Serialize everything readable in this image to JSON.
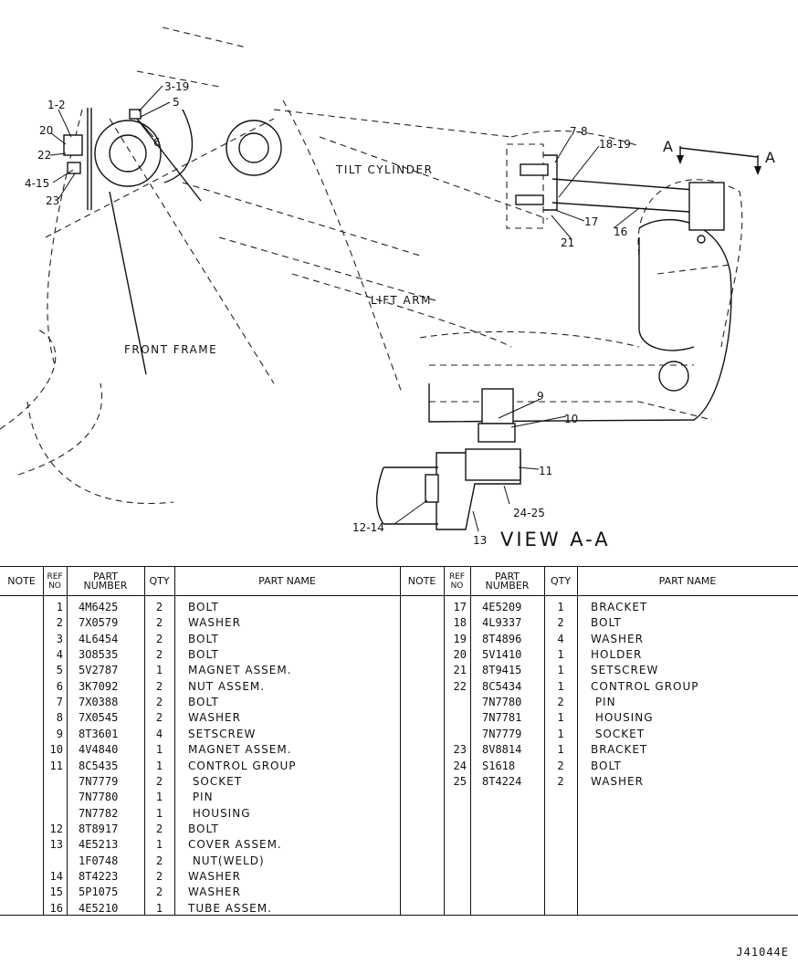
{
  "diagram": {
    "area_labels": {
      "tilt_cylinder": "TILT CYLINDER",
      "lift_arm": "LIFT ARM",
      "front_frame": "FRONT FRAME",
      "view_title": "VIEW A-A",
      "section_a_left": "A",
      "section_a_right": "A"
    },
    "callouts": [
      "1-2",
      "20",
      "22",
      "4-15",
      "23",
      "3-19",
      "5",
      "6",
      "7-8",
      "18-19",
      "17",
      "16",
      "21",
      "9",
      "10",
      "11",
      "24-25",
      "12-14",
      "13"
    ]
  },
  "table": {
    "headers": {
      "note": "NOTE",
      "ref_line1": "REF",
      "ref_line2": "NO",
      "part_line1": "PART",
      "part_line2": "NUMBER",
      "qty": "QTY",
      "name": "PART NAME"
    },
    "left_rows": [
      {
        "ref": "1",
        "part": "4M6425",
        "qty": "2",
        "name": "BOLT"
      },
      {
        "ref": "2",
        "part": "7X0579",
        "qty": "2",
        "name": "WASHER"
      },
      {
        "ref": "3",
        "part": "4L6454",
        "qty": "2",
        "name": "BOLT"
      },
      {
        "ref": "4",
        "part": "3O8535",
        "qty": "2",
        "name": "BOLT"
      },
      {
        "ref": "5",
        "part": "5V2787",
        "qty": "1",
        "name": "MAGNET ASSEM."
      },
      {
        "ref": "6",
        "part": "3K7092",
        "qty": "2",
        "name": "NUT ASSEM."
      },
      {
        "ref": "7",
        "part": "7X0388",
        "qty": "2",
        "name": "BOLT"
      },
      {
        "ref": "8",
        "part": "7X0545",
        "qty": "2",
        "name": "WASHER"
      },
      {
        "ref": "9",
        "part": "8T3601",
        "qty": "4",
        "name": "SETSCREW"
      },
      {
        "ref": "10",
        "part": "4V4840",
        "qty": "1",
        "name": "MAGNET ASSEM."
      },
      {
        "ref": "11",
        "part": "8C5435",
        "qty": "1",
        "name": "CONTROL GROUP"
      },
      {
        "ref": "",
        "part": "7N7779",
        "qty": "2",
        "name": " SOCKET"
      },
      {
        "ref": "",
        "part": "7N7780",
        "qty": "1",
        "name": " PIN"
      },
      {
        "ref": "",
        "part": "7N7782",
        "qty": "1",
        "name": " HOUSING"
      },
      {
        "ref": "12",
        "part": "8T8917",
        "qty": "2",
        "name": "BOLT"
      },
      {
        "ref": "13",
        "part": "4E5213",
        "qty": "1",
        "name": "COVER ASSEM."
      },
      {
        "ref": "",
        "part": "1F0748",
        "qty": "2",
        "name": " NUT(WELD)"
      },
      {
        "ref": "14",
        "part": "8T4223",
        "qty": "2",
        "name": "WASHER"
      },
      {
        "ref": "15",
        "part": "5P1075",
        "qty": "2",
        "name": "WASHER"
      },
      {
        "ref": "16",
        "part": "4E5210",
        "qty": "1",
        "name": "TUBE ASSEM."
      }
    ],
    "right_rows": [
      {
        "ref": "17",
        "part": "4E5209",
        "qty": "1",
        "name": "BRACKET"
      },
      {
        "ref": "18",
        "part": "4L9337",
        "qty": "2",
        "name": "BOLT"
      },
      {
        "ref": "19",
        "part": "8T4896",
        "qty": "4",
        "name": "WASHER"
      },
      {
        "ref": "20",
        "part": "5V1410",
        "qty": "1",
        "name": "HOLDER"
      },
      {
        "ref": "21",
        "part": "8T9415",
        "qty": "1",
        "name": "SETSCREW"
      },
      {
        "ref": "22",
        "part": "8C5434",
        "qty": "1",
        "name": "CONTROL GROUP"
      },
      {
        "ref": "",
        "part": "7N7780",
        "qty": "2",
        "name": " PIN"
      },
      {
        "ref": "",
        "part": "7N7781",
        "qty": "1",
        "name": " HOUSING"
      },
      {
        "ref": "",
        "part": "7N7779",
        "qty": "1",
        "name": " SOCKET"
      },
      {
        "ref": "23",
        "part": "8V8814",
        "qty": "1",
        "name": "BRACKET"
      },
      {
        "ref": "24",
        "part": "S1618",
        "qty": "2",
        "name": "BOLT"
      },
      {
        "ref": "25",
        "part": "8T4224",
        "qty": "2",
        "name": "WASHER"
      }
    ]
  },
  "footer": {
    "code": "J41044E"
  }
}
